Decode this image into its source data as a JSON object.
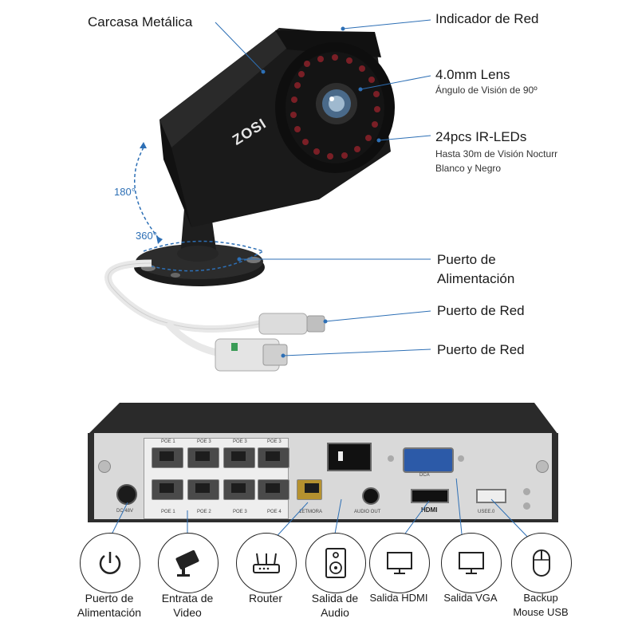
{
  "camera": {
    "housing_label": "Carcasa Metálica",
    "network_indicator_label": "Indicador de Red",
    "lens_title": "4.0mm Lens",
    "lens_subtitle": "Ángulo de Visión de 90º",
    "leds_title": "24pcs IR-LEDs",
    "leds_line1": "Hasta 30m de Visión Nocturr",
    "leds_line2": "Blanco y Negro",
    "power_port_line1": "Puerto de",
    "power_port_line2": "Alimentación",
    "network_port_1": "Puerto de Red",
    "network_port_2": "Puerto de Red",
    "rotation_vertical": "180°",
    "rotation_horizontal": "360°",
    "brand": "ZOSI"
  },
  "nvr": {
    "poe_top": [
      "POE 1",
      "POE 3",
      "POE 3",
      "POE 3"
    ],
    "poe_bottom": [
      "POE 1",
      "POE 2",
      "POE 3",
      "POE 4"
    ],
    "dc_label": "DC 48V",
    "ethernet_label": "1ETMORA",
    "audio_label": "AUDIO OUT",
    "hdmi_label": "HDMI",
    "vga_label": "DCA",
    "usb_label": "USEE.0"
  },
  "features": [
    {
      "icon": "power-icon",
      "line1": "Puerto de",
      "line2": "Alimentación"
    },
    {
      "icon": "camera-icon",
      "line1": "Entrata de",
      "line2": "Video"
    },
    {
      "icon": "router-icon",
      "line1": "Router",
      "line2": ""
    },
    {
      "icon": "speaker-icon",
      "line1": "Salida de",
      "line2": "Audio"
    },
    {
      "icon": "monitor-icon",
      "line1": "Salida HDMI",
      "line2": ""
    },
    {
      "icon": "monitor-icon",
      "line1": "Salida VGA",
      "line2": ""
    },
    {
      "icon": "mouse-icon",
      "line1": "Backup",
      "line2": "Mouse USB"
    }
  ]
}
